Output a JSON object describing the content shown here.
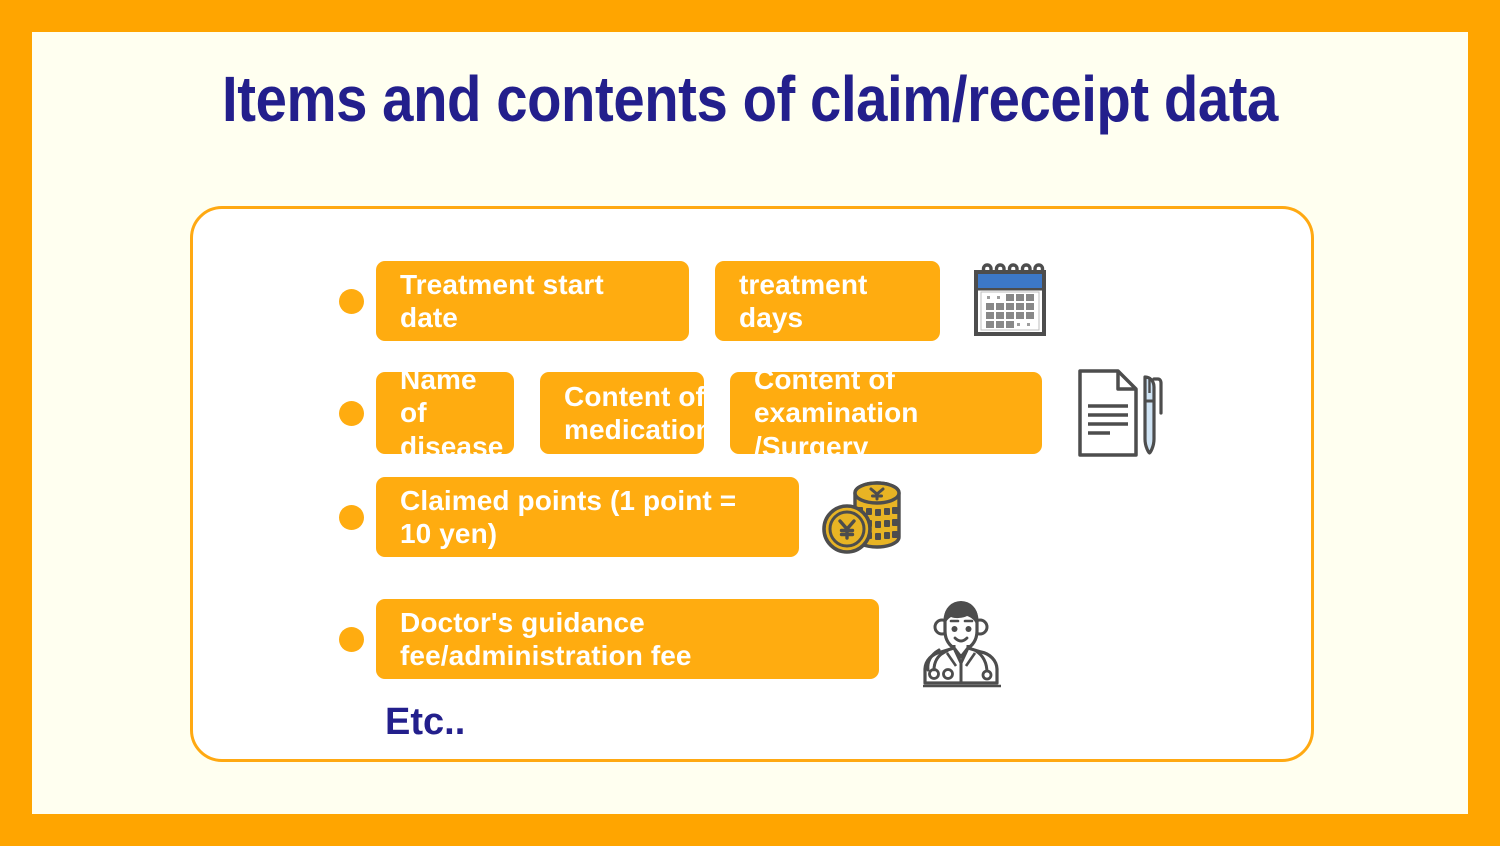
{
  "slide": {
    "title": "Items and contents of claim/receipt data",
    "footer_note": "Etc..",
    "colors": {
      "frame_orange": "#FFA500",
      "slide_cream": "#FFFFF0",
      "card_white": "#FFFFFF",
      "card_border": "#FFA912",
      "chip_orange": "#FFAC10",
      "chip_text": "#FFFFFF",
      "title_navy": "#231F8C",
      "icon_gray": "#4D4D4D",
      "calendar_blue": "#3C78C8",
      "coin_gold": "#E8B424",
      "pen_blue": "#CFE4F5"
    }
  },
  "rows": [
    {
      "bullet": "●",
      "icon": "calendar-icon",
      "chips": [
        {
          "line1": "Treatment start date",
          "line2": ""
        },
        {
          "line1": "treatment days",
          "line2": ""
        }
      ]
    },
    {
      "bullet": "●",
      "icon": "document-pen-icon",
      "chips": [
        {
          "line1": "Name of",
          "line2": "disease"
        },
        {
          "line1": "Content of",
          "line2": "medication"
        },
        {
          "line1": "Content of examination",
          "line2": "/Surgery"
        }
      ]
    },
    {
      "bullet": "●",
      "icon": "yen-coins-icon",
      "chips": [
        {
          "line1": "Claimed points (1 point = 10 yen)",
          "line2": ""
        }
      ]
    },
    {
      "bullet": "●",
      "icon": "doctor-icon",
      "chips": [
        {
          "line1": "Doctor's guidance fee/administration fee",
          "line2": ""
        }
      ]
    }
  ]
}
